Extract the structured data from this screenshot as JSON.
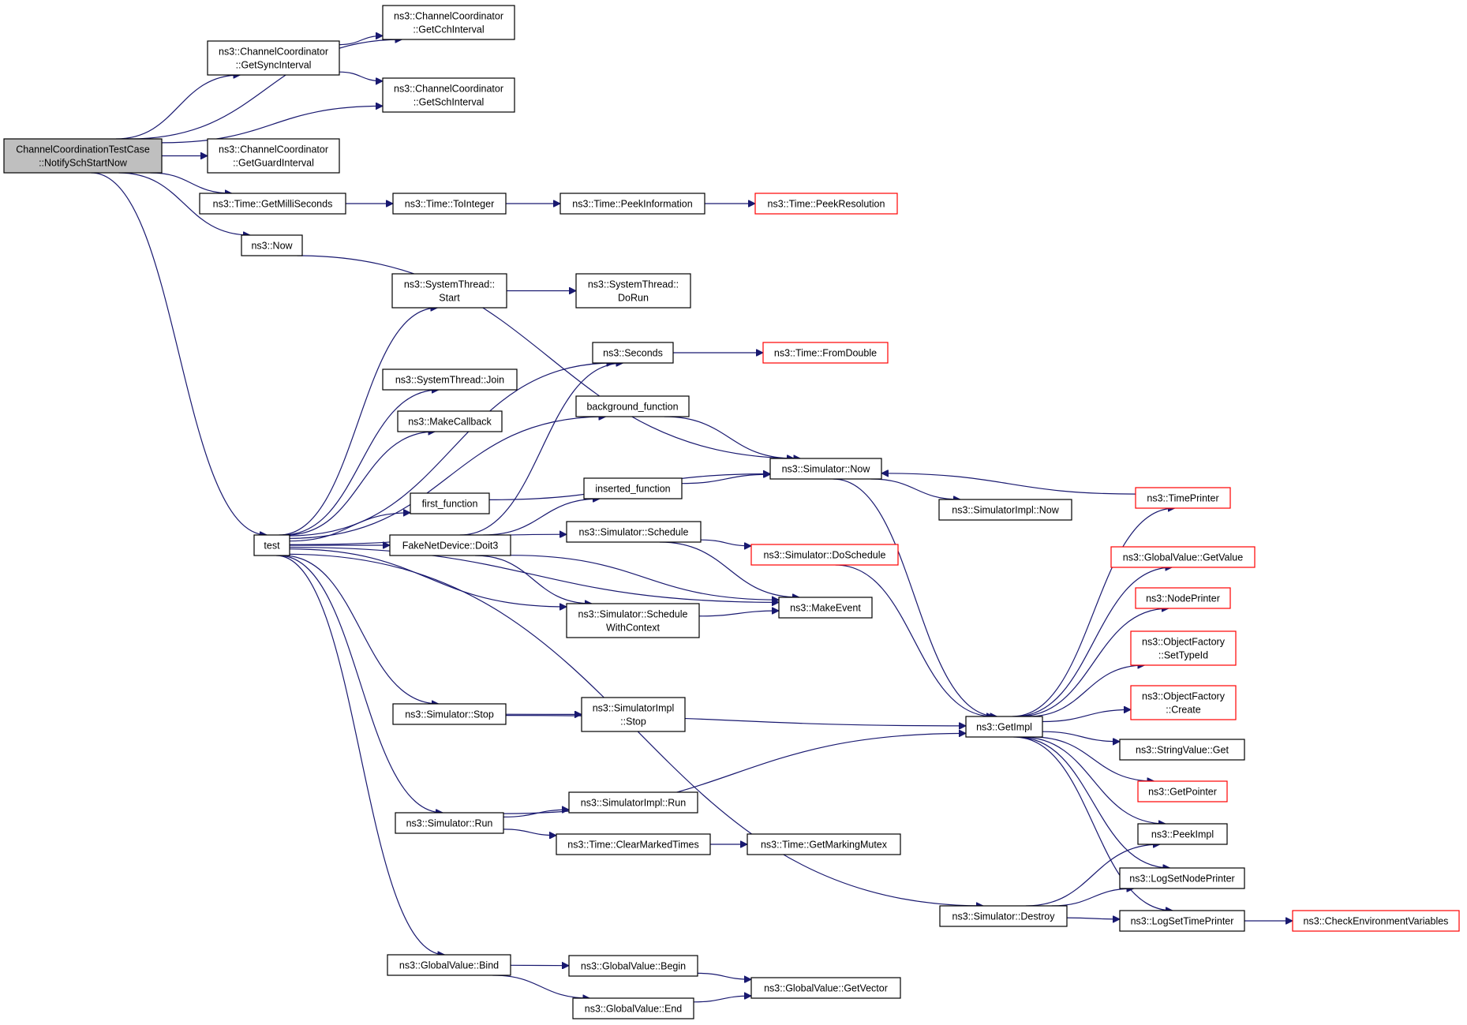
{
  "colors": {
    "edge": "#191970",
    "node_border": "#000000",
    "truncated_border": "#ff0000",
    "root_fill": "#bfbfbf",
    "node_fill": "#ffffff"
  },
  "nodes": [
    {
      "id": "root",
      "lines": [
        "ChannelCoordinationTestCase",
        "::NotifySchStartNow"
      ],
      "style": "root"
    },
    {
      "id": "getcch",
      "lines": [
        "ns3::ChannelCoordinator",
        "::GetCchInterval"
      ],
      "style": "normal"
    },
    {
      "id": "getsync",
      "lines": [
        "ns3::ChannelCoordinator",
        "::GetSyncInterval"
      ],
      "style": "normal"
    },
    {
      "id": "getsch",
      "lines": [
        "ns3::ChannelCoordinator",
        "::GetSchInterval"
      ],
      "style": "normal"
    },
    {
      "id": "getguard",
      "lines": [
        "ns3::ChannelCoordinator",
        "::GetGuardInterval"
      ],
      "style": "normal"
    },
    {
      "id": "getmilli",
      "lines": [
        "ns3::Time::GetMilliSeconds"
      ],
      "style": "normal"
    },
    {
      "id": "tointeger",
      "lines": [
        "ns3::Time::ToInteger"
      ],
      "style": "normal"
    },
    {
      "id": "peekinfo",
      "lines": [
        "ns3::Time::PeekInformation"
      ],
      "style": "normal"
    },
    {
      "id": "peekres",
      "lines": [
        "ns3::Time::PeekResolution"
      ],
      "style": "trunc"
    },
    {
      "id": "now",
      "lines": [
        "ns3::Now"
      ],
      "style": "normal"
    },
    {
      "id": "threadstart",
      "lines": [
        "ns3::SystemThread::",
        "Start"
      ],
      "style": "normal"
    },
    {
      "id": "threaddorun",
      "lines": [
        "ns3::SystemThread::",
        "DoRun"
      ],
      "style": "normal"
    },
    {
      "id": "seconds",
      "lines": [
        "ns3::Seconds"
      ],
      "style": "normal"
    },
    {
      "id": "fromdouble",
      "lines": [
        "ns3::Time::FromDouble"
      ],
      "style": "trunc"
    },
    {
      "id": "threadjoin",
      "lines": [
        "ns3::SystemThread::Join"
      ],
      "style": "normal"
    },
    {
      "id": "makecallback",
      "lines": [
        "ns3::MakeCallback"
      ],
      "style": "normal"
    },
    {
      "id": "bgfunc",
      "lines": [
        "background_function"
      ],
      "style": "normal"
    },
    {
      "id": "simnow",
      "lines": [
        "ns3::Simulator::Now"
      ],
      "style": "normal"
    },
    {
      "id": "simimplnow",
      "lines": [
        "ns3::SimulatorImpl::Now"
      ],
      "style": "normal"
    },
    {
      "id": "firstfunc",
      "lines": [
        "first_function"
      ],
      "style": "normal"
    },
    {
      "id": "insertedfunc",
      "lines": [
        "inserted_function"
      ],
      "style": "normal"
    },
    {
      "id": "test",
      "lines": [
        "test"
      ],
      "style": "normal"
    },
    {
      "id": "doit3",
      "lines": [
        "FakeNetDevice::Doit3"
      ],
      "style": "normal"
    },
    {
      "id": "schedule",
      "lines": [
        "ns3::Simulator::Schedule"
      ],
      "style": "normal"
    },
    {
      "id": "doschedule",
      "lines": [
        "ns3::Simulator::DoSchedule"
      ],
      "style": "trunc"
    },
    {
      "id": "makeevent",
      "lines": [
        "ns3::MakeEvent"
      ],
      "style": "normal"
    },
    {
      "id": "schedctx",
      "lines": [
        "ns3::Simulator::Schedule",
        "WithContext"
      ],
      "style": "normal"
    },
    {
      "id": "timeprinter",
      "lines": [
        "ns3::TimePrinter"
      ],
      "style": "trunc"
    },
    {
      "id": "gvgetvalue",
      "lines": [
        "ns3::GlobalValue::GetValue"
      ],
      "style": "trunc"
    },
    {
      "id": "nodeprinter",
      "lines": [
        "ns3::NodePrinter"
      ],
      "style": "trunc"
    },
    {
      "id": "ofsettypeid",
      "lines": [
        "ns3::ObjectFactory",
        "::SetTypeId"
      ],
      "style": "trunc"
    },
    {
      "id": "ofcreate",
      "lines": [
        "ns3::ObjectFactory",
        "::Create"
      ],
      "style": "trunc"
    },
    {
      "id": "simstop",
      "lines": [
        "ns3::Simulator::Stop"
      ],
      "style": "normal"
    },
    {
      "id": "simimplstop",
      "lines": [
        "ns3::SimulatorImpl",
        "::Stop"
      ],
      "style": "normal"
    },
    {
      "id": "getimpl",
      "lines": [
        "ns3::GetImpl"
      ],
      "style": "normal"
    },
    {
      "id": "strget",
      "lines": [
        "ns3::StringValue::Get"
      ],
      "style": "normal"
    },
    {
      "id": "getpointer",
      "lines": [
        "ns3::GetPointer"
      ],
      "style": "trunc"
    },
    {
      "id": "simimplrun",
      "lines": [
        "ns3::SimulatorImpl::Run"
      ],
      "style": "normal"
    },
    {
      "id": "simrun",
      "lines": [
        "ns3::Simulator::Run"
      ],
      "style": "normal"
    },
    {
      "id": "clearmarked",
      "lines": [
        "ns3::Time::ClearMarkedTimes"
      ],
      "style": "normal"
    },
    {
      "id": "getmarking",
      "lines": [
        "ns3::Time::GetMarkingMutex"
      ],
      "style": "normal"
    },
    {
      "id": "peekimpl",
      "lines": [
        "ns3::PeekImpl"
      ],
      "style": "normal"
    },
    {
      "id": "lognodeprinter",
      "lines": [
        "ns3::LogSetNodePrinter"
      ],
      "style": "normal"
    },
    {
      "id": "simdestroy",
      "lines": [
        "ns3::Simulator::Destroy"
      ],
      "style": "normal"
    },
    {
      "id": "logtimeprinter",
      "lines": [
        "ns3::LogSetTimePrinter"
      ],
      "style": "normal"
    },
    {
      "id": "checkenv",
      "lines": [
        "ns3::CheckEnvironmentVariables"
      ],
      "style": "trunc"
    },
    {
      "id": "gvbind",
      "lines": [
        "ns3::GlobalValue::Bind"
      ],
      "style": "normal"
    },
    {
      "id": "gvbegin",
      "lines": [
        "ns3::GlobalValue::Begin"
      ],
      "style": "normal"
    },
    {
      "id": "gvgetvector",
      "lines": [
        "ns3::GlobalValue::GetVector"
      ],
      "style": "normal"
    },
    {
      "id": "gvend",
      "lines": [
        "ns3::GlobalValue::End"
      ],
      "style": "normal"
    }
  ],
  "edges": [
    [
      "root",
      "getcch"
    ],
    [
      "root",
      "getsync"
    ],
    [
      "root",
      "getsch"
    ],
    [
      "root",
      "getguard"
    ],
    [
      "root",
      "getmilli"
    ],
    [
      "root",
      "now"
    ],
    [
      "root",
      "test"
    ],
    [
      "getsync",
      "getcch"
    ],
    [
      "getsync",
      "getsch"
    ],
    [
      "getmilli",
      "tointeger"
    ],
    [
      "tointeger",
      "peekinfo"
    ],
    [
      "peekinfo",
      "peekres"
    ],
    [
      "now",
      "simnow"
    ],
    [
      "threadstart",
      "threaddorun"
    ],
    [
      "seconds",
      "fromdouble"
    ],
    [
      "bgfunc",
      "simnow"
    ],
    [
      "firstfunc",
      "simnow"
    ],
    [
      "insertedfunc",
      "simnow"
    ],
    [
      "simnow",
      "simimplnow"
    ],
    [
      "simnow",
      "getimpl"
    ],
    [
      "timeprinter",
      "simnow"
    ],
    [
      "test",
      "threadstart"
    ],
    [
      "test",
      "seconds"
    ],
    [
      "test",
      "threadjoin"
    ],
    [
      "test",
      "makecallback"
    ],
    [
      "test",
      "bgfunc"
    ],
    [
      "test",
      "firstfunc"
    ],
    [
      "test",
      "doit3"
    ],
    [
      "test",
      "schedule"
    ],
    [
      "test",
      "schedctx"
    ],
    [
      "test",
      "makeevent"
    ],
    [
      "test",
      "simstop"
    ],
    [
      "test",
      "simrun"
    ],
    [
      "test",
      "simdestroy"
    ],
    [
      "test",
      "gvbind"
    ],
    [
      "doit3",
      "insertedfunc"
    ],
    [
      "doit3",
      "seconds"
    ],
    [
      "doit3",
      "schedctx"
    ],
    [
      "doit3",
      "makeevent"
    ],
    [
      "schedule",
      "doschedule"
    ],
    [
      "schedule",
      "makeevent"
    ],
    [
      "schedctx",
      "makeevent"
    ],
    [
      "doschedule",
      "getimpl"
    ],
    [
      "simstop",
      "simimplstop"
    ],
    [
      "simstop",
      "getimpl"
    ],
    [
      "getimpl",
      "timeprinter"
    ],
    [
      "getimpl",
      "gvgetvalue"
    ],
    [
      "getimpl",
      "nodeprinter"
    ],
    [
      "getimpl",
      "ofsettypeid"
    ],
    [
      "getimpl",
      "ofcreate"
    ],
    [
      "getimpl",
      "strget"
    ],
    [
      "getimpl",
      "getpointer"
    ],
    [
      "getimpl",
      "peekimpl"
    ],
    [
      "getimpl",
      "lognodeprinter"
    ],
    [
      "getimpl",
      "logtimeprinter"
    ],
    [
      "simrun",
      "simimplrun"
    ],
    [
      "simrun",
      "clearmarked"
    ],
    [
      "simrun",
      "getimpl"
    ],
    [
      "clearmarked",
      "getmarking"
    ],
    [
      "simdestroy",
      "peekimpl"
    ],
    [
      "simdestroy",
      "lognodeprinter"
    ],
    [
      "simdestroy",
      "logtimeprinter"
    ],
    [
      "logtimeprinter",
      "checkenv"
    ],
    [
      "gvbind",
      "gvbegin"
    ],
    [
      "gvbind",
      "gvend"
    ],
    [
      "gvbegin",
      "gvgetvector"
    ],
    [
      "gvend",
      "gvgetvector"
    ]
  ]
}
